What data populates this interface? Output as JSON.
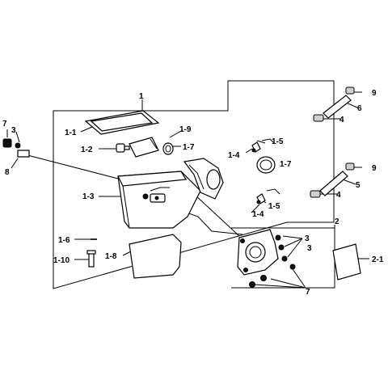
{
  "callouts": [
    {
      "id": "c1",
      "text": "1"
    },
    {
      "id": "c1_1",
      "text": "1-1"
    },
    {
      "id": "c1_2",
      "text": "1-2"
    },
    {
      "id": "c1_3",
      "text": "1-3"
    },
    {
      "id": "c1_4a",
      "text": "1-4"
    },
    {
      "id": "c1_4b",
      "text": "1-4"
    },
    {
      "id": "c1_5a",
      "text": "1-5"
    },
    {
      "id": "c1_5b",
      "text": "1-5"
    },
    {
      "id": "c1_6",
      "text": "1-6"
    },
    {
      "id": "c1_7a",
      "text": "1-7"
    },
    {
      "id": "c1_7b",
      "text": "1-7"
    },
    {
      "id": "c1_8",
      "text": "1-8"
    },
    {
      "id": "c1_9",
      "text": "1-9"
    },
    {
      "id": "c1_10",
      "text": "1-10"
    },
    {
      "id": "c2",
      "text": "2"
    },
    {
      "id": "c2_1",
      "text": "2-1"
    },
    {
      "id": "c3a",
      "text": "3"
    },
    {
      "id": "c3b",
      "text": "3"
    },
    {
      "id": "c3c",
      "text": "3"
    },
    {
      "id": "c4a",
      "text": "4"
    },
    {
      "id": "c4b",
      "text": "4"
    },
    {
      "id": "c5",
      "text": "5"
    },
    {
      "id": "c6",
      "text": "6"
    },
    {
      "id": "c7a",
      "text": "7"
    },
    {
      "id": "c7b",
      "text": "7"
    },
    {
      "id": "c8",
      "text": "8"
    },
    {
      "id": "c9a",
      "text": "9"
    },
    {
      "id": "c9b",
      "text": "9"
    }
  ]
}
